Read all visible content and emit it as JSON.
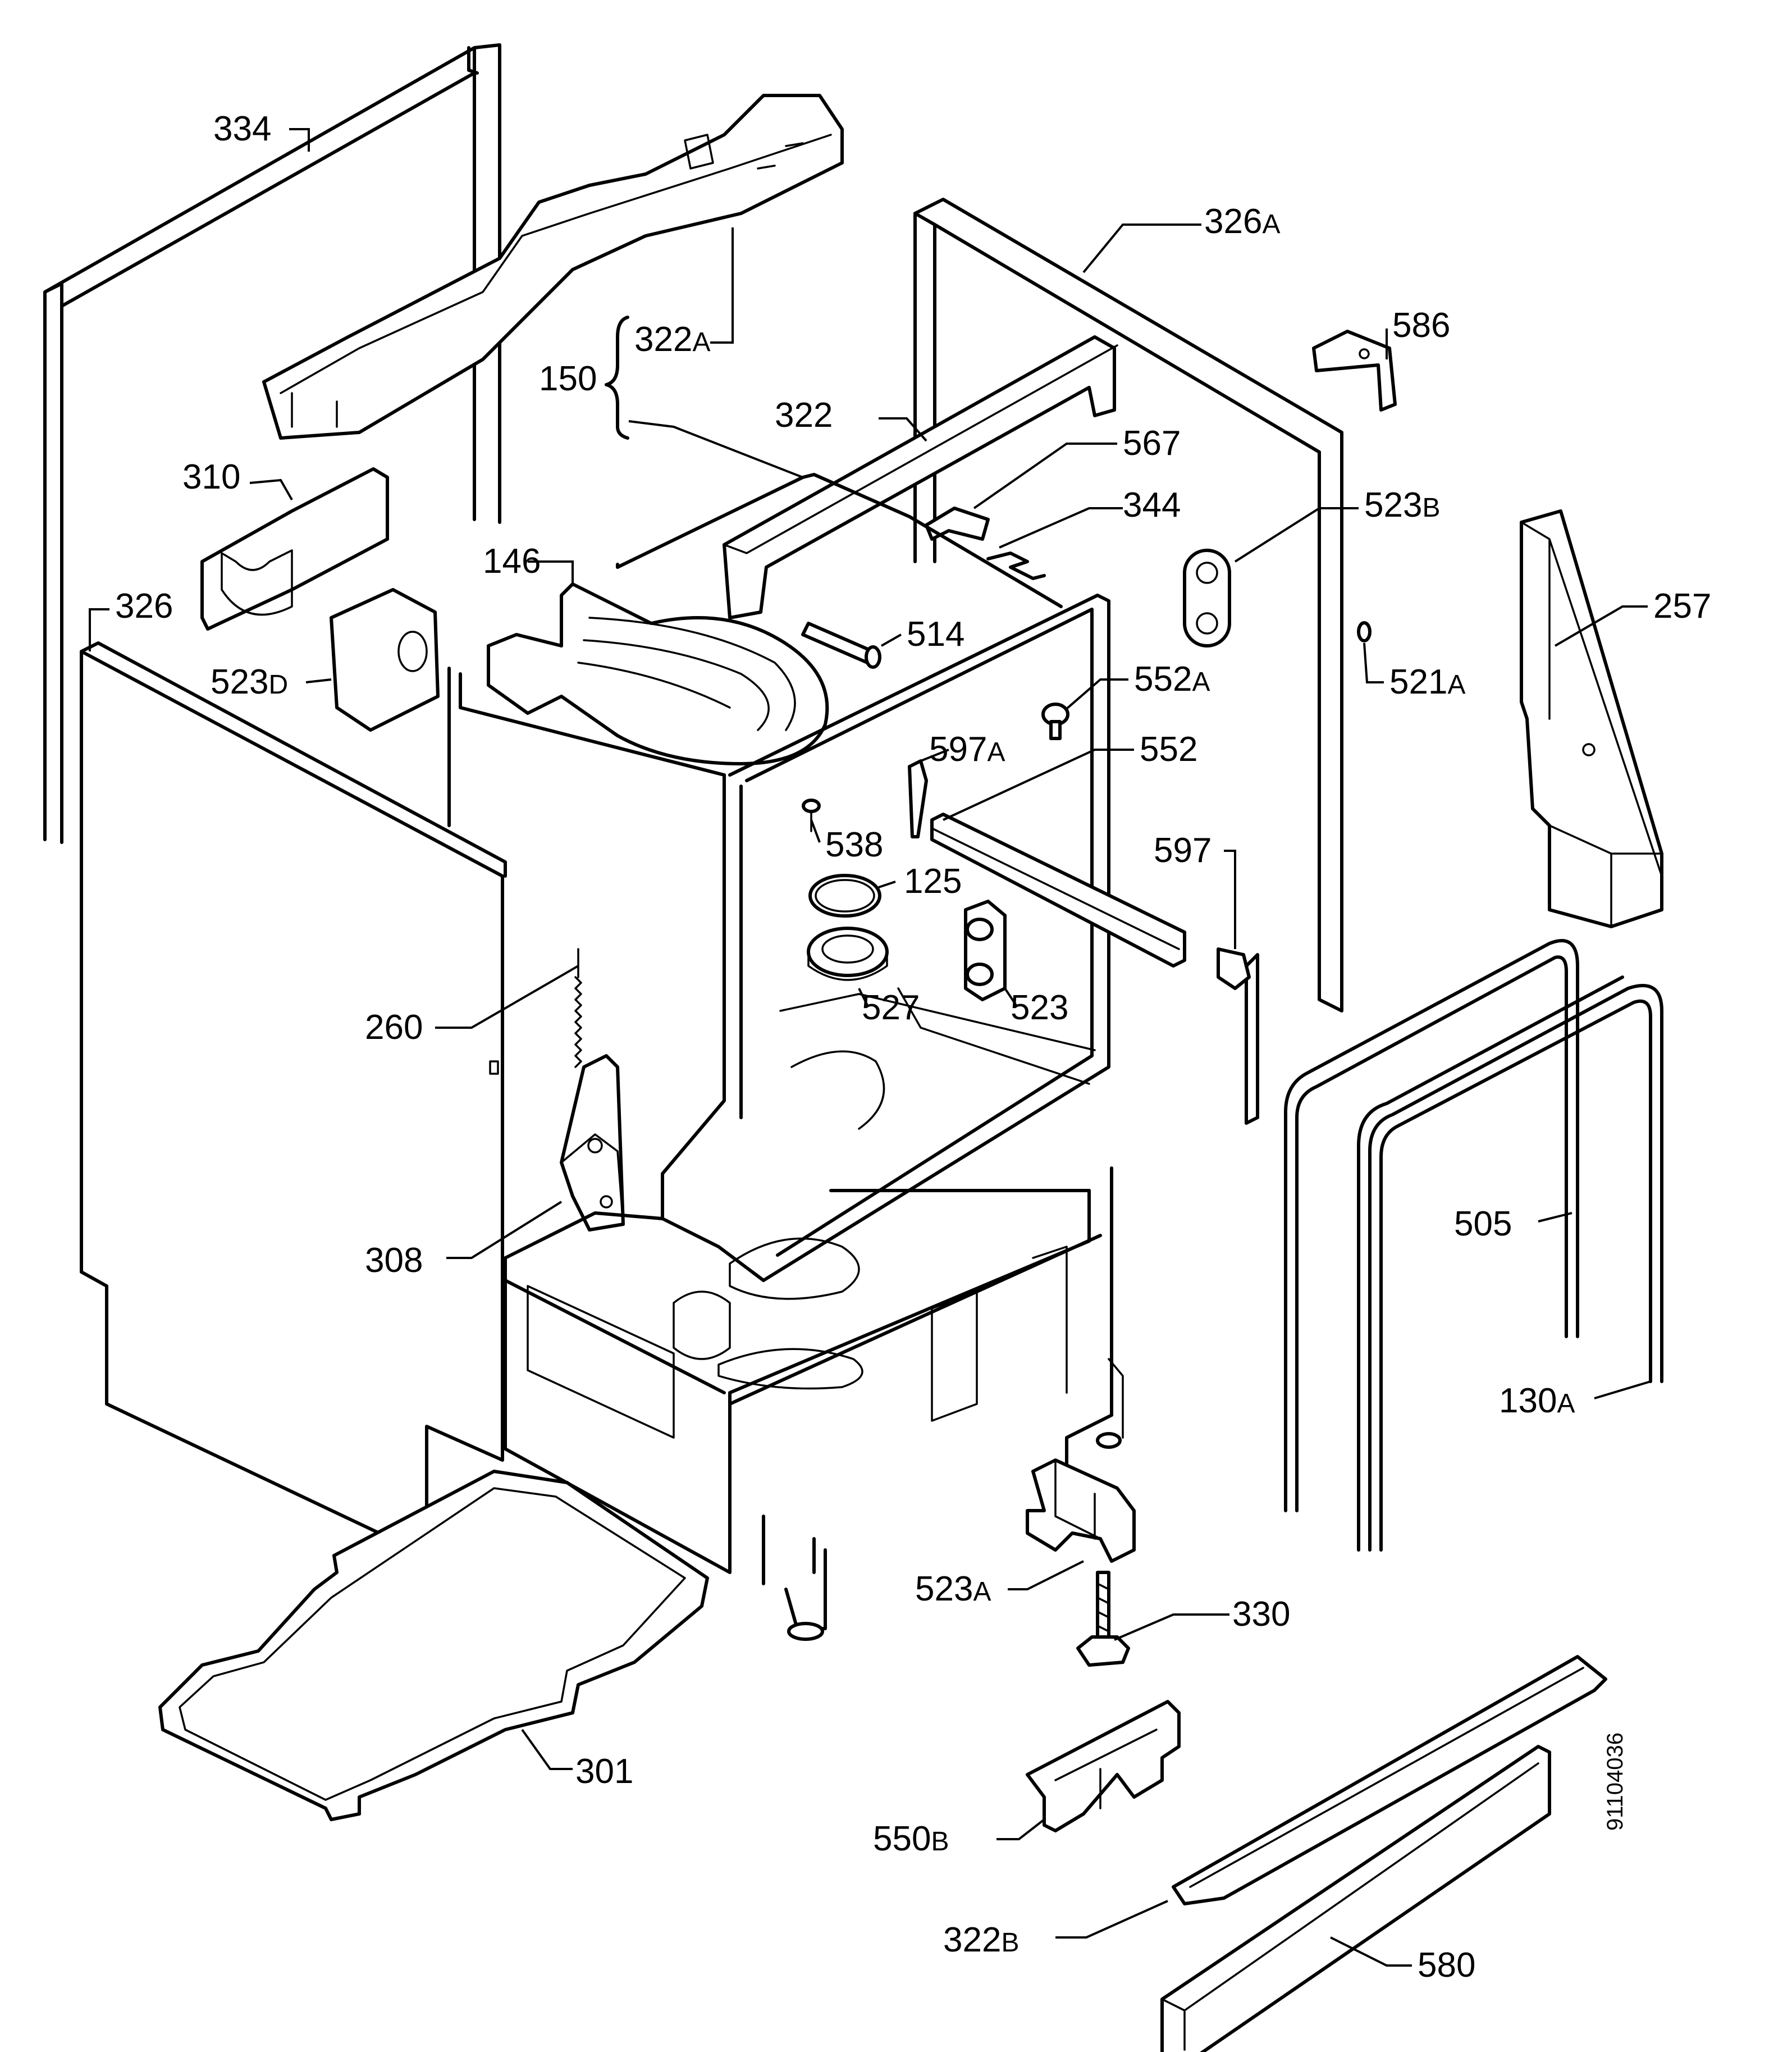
{
  "drawing_code": "91104036",
  "labels": [
    {
      "id": "334",
      "text": "334",
      "suffix": ""
    },
    {
      "id": "322A",
      "text": "322",
      "suffix": "A"
    },
    {
      "id": "150",
      "text": "150",
      "suffix": ""
    },
    {
      "id": "326A",
      "text": "326",
      "suffix": "A"
    },
    {
      "id": "586",
      "text": "586",
      "suffix": ""
    },
    {
      "id": "322",
      "text": "322",
      "suffix": ""
    },
    {
      "id": "567",
      "text": "567",
      "suffix": ""
    },
    {
      "id": "310",
      "text": "310",
      "suffix": ""
    },
    {
      "id": "344",
      "text": "344",
      "suffix": ""
    },
    {
      "id": "523B",
      "text": "523",
      "suffix": "B"
    },
    {
      "id": "146",
      "text": "146",
      "suffix": ""
    },
    {
      "id": "257",
      "text": "257",
      "suffix": ""
    },
    {
      "id": "326",
      "text": "326",
      "suffix": ""
    },
    {
      "id": "514",
      "text": "514",
      "suffix": ""
    },
    {
      "id": "523D",
      "text": "523",
      "suffix": "D"
    },
    {
      "id": "552A",
      "text": "552",
      "suffix": "A"
    },
    {
      "id": "521A",
      "text": "521",
      "suffix": "A"
    },
    {
      "id": "597A",
      "text": "597",
      "suffix": "A"
    },
    {
      "id": "552",
      "text": "552",
      "suffix": ""
    },
    {
      "id": "538",
      "text": "538",
      "suffix": ""
    },
    {
      "id": "597",
      "text": "597",
      "suffix": ""
    },
    {
      "id": "125",
      "text": "125",
      "suffix": ""
    },
    {
      "id": "527",
      "text": "527",
      "suffix": ""
    },
    {
      "id": "523",
      "text": "523",
      "suffix": ""
    },
    {
      "id": "260",
      "text": "260",
      "suffix": ""
    },
    {
      "id": "505",
      "text": "505",
      "suffix": ""
    },
    {
      "id": "308",
      "text": "308",
      "suffix": ""
    },
    {
      "id": "130A",
      "text": "130",
      "suffix": "A"
    },
    {
      "id": "523A",
      "text": "523",
      "suffix": "A"
    },
    {
      "id": "330",
      "text": "330",
      "suffix": ""
    },
    {
      "id": "301",
      "text": "301",
      "suffix": ""
    },
    {
      "id": "550B",
      "text": "550",
      "suffix": "B"
    },
    {
      "id": "322B",
      "text": "322",
      "suffix": "B"
    },
    {
      "id": "580",
      "text": "580",
      "suffix": ""
    }
  ]
}
